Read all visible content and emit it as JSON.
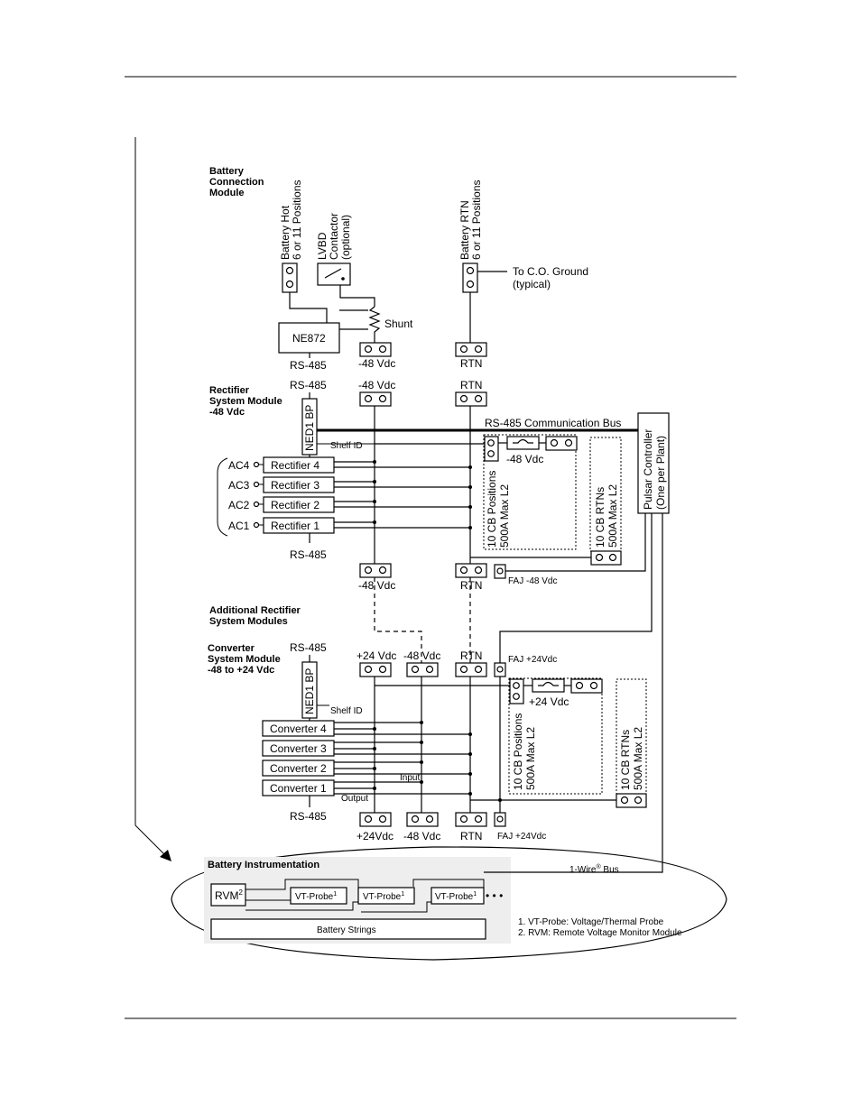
{
  "battery_module": {
    "title": [
      "Battery",
      "Connection",
      "Module"
    ],
    "battery_hot": [
      "Battery Hot",
      "6 or 11 Positions"
    ],
    "lvbd": [
      "LVBD",
      "Contactor",
      "(optional)"
    ],
    "battery_rtn": [
      "Battery RTN",
      "6 or 11 Positions"
    ],
    "to_ground": [
      "To C.O. Ground",
      "(typical)"
    ],
    "shunt": "Shunt",
    "ne872": "NE872",
    "rs485": "RS-485",
    "neg48": "-48 Vdc",
    "rtn": "RTN"
  },
  "rectifier_module": {
    "title": [
      "Rectifier",
      "System Module",
      "-48 Vdc"
    ],
    "rs485_top": "RS-485",
    "neg48_top": "-48 Vdc",
    "rtn_top": "RTN",
    "bp": "NED1 BP",
    "shelf_id": "Shelf ID",
    "bus": "RS-485 Communication Bus",
    "cb_label": "-48 Vdc",
    "cb_positions": [
      "10 CB Positions",
      "500A Max L2"
    ],
    "cb_rtns": [
      "10 CB RTNs",
      "500A Max L2"
    ],
    "rectifiers": [
      "Rectifier 4",
      "Rectifier 3",
      "Rectifier 2",
      "Rectifier 1"
    ],
    "ac": [
      "AC4",
      "AC3",
      "AC2",
      "AC1"
    ],
    "rs485_bottom": "RS-485",
    "neg48_bottom": "-48 Vdc",
    "rtn_bottom": "RTN",
    "faj": "FAJ -48 Vdc"
  },
  "controller": [
    "Pulsar Controller",
    "(One per Plant)"
  ],
  "additional": [
    "Additional Rectifier",
    "System Modules"
  ],
  "converter_module": {
    "title": [
      "Converter",
      "System Module",
      "-48 to +24 Vdc"
    ],
    "rs485_top": "RS-485",
    "pos24_top": "+24 Vdc",
    "neg48_top": "-48 Vdc",
    "rtn_top": "RTN",
    "faj_top": "FAJ +24Vdc",
    "bp": "NED1 BP",
    "shelf_id": "Shelf ID",
    "cb_label": "+24 Vdc",
    "cb_positions": [
      "10 CB Positions",
      "500A Max L2"
    ],
    "cb_rtns": [
      "10 CB RTNs",
      "500A Max L2"
    ],
    "converters": [
      "Converter 4",
      "Converter 3",
      "Converter 2",
      "Converter 1"
    ],
    "input": "Input",
    "output": "Output",
    "rs485_bottom": "RS-485",
    "pos24_bottom": "+24Vdc",
    "neg48_bottom": "-48 Vdc",
    "rtn_bottom": "RTN",
    "faj_bottom": "FAJ +24Vdc"
  },
  "instrumentation": {
    "title": "Battery Instrumentation",
    "onewire": "1-Wire",
    "onewire_sup": "®",
    "onewire_bus": " Bus",
    "rvm": "RVM",
    "rvm_sup": "2",
    "probe": "VT-Probe",
    "probe_sup": "1",
    "ellipsis": "• • •",
    "strings": "Battery Strings",
    "note1": "1. VT-Probe: Voltage/Thermal Probe",
    "note2": "2. RVM: Remote Voltage Monitor Module"
  }
}
